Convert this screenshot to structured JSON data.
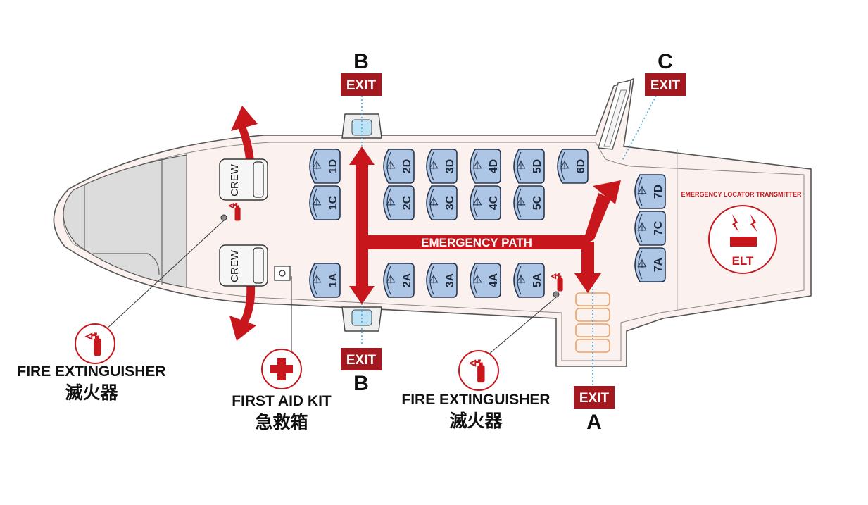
{
  "exits": {
    "label": "EXIT",
    "doors": {
      "a": "A",
      "b": "B",
      "c": "C"
    }
  },
  "crew_label": "CREW",
  "seats": [
    "1A",
    "1C",
    "1D",
    "2A",
    "2C",
    "2D",
    "3A",
    "3C",
    "3D",
    "4A",
    "4C",
    "4D",
    "5A",
    "5C",
    "5D",
    "6D",
    "7A",
    "7C",
    "7D"
  ],
  "emergency_path": "EMERGENCY PATH",
  "elt": {
    "title": "EMERGENCY LOCATOR TRANSMITTER",
    "label": "ELT"
  },
  "legend": {
    "fire_extinguisher_en": "FIRE EXTINGUISHER",
    "fire_extinguisher_zh": "滅火器",
    "first_aid_en": "FIRST AID KIT",
    "first_aid_zh": "急救箱"
  },
  "colors": {
    "red": "#c8161d",
    "exit_box": "#a3191f",
    "seat": "#aec6e6",
    "cabin": "#fbf1ee",
    "window_blue": "#4aa8d8"
  }
}
